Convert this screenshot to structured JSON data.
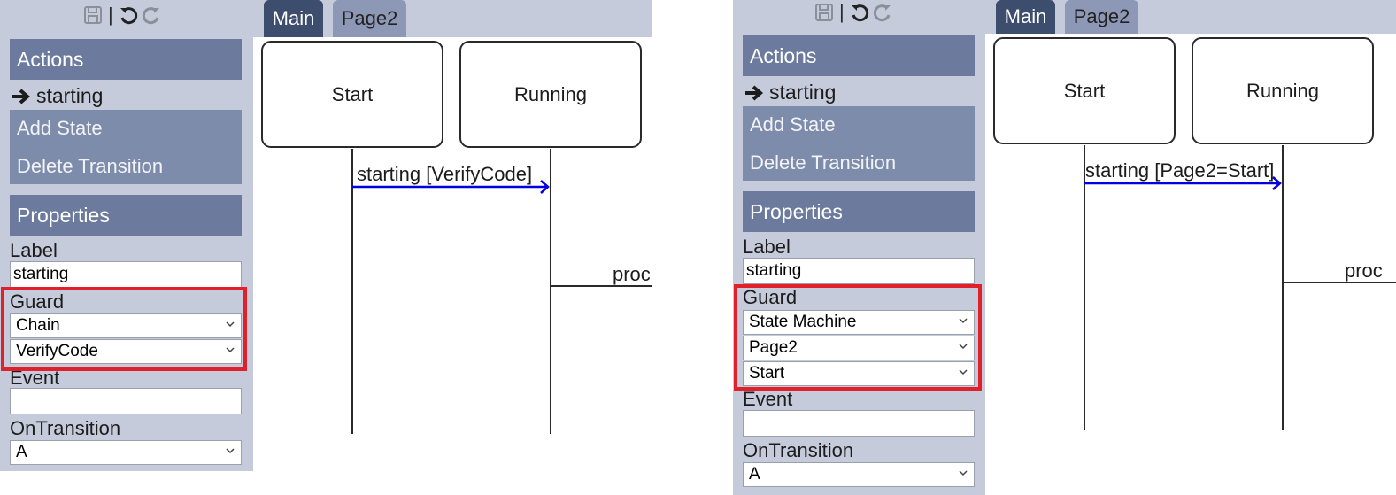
{
  "toolbar": {
    "save_icon": "save-icon",
    "undo_icon": "undo-icon",
    "redo_icon": "redo-icon",
    "separator": "|"
  },
  "panels": [
    {
      "tabs": [
        {
          "label": "Main",
          "active": true
        },
        {
          "label": "Page2",
          "active": false
        }
      ],
      "actions_header": "Actions",
      "selected_action": "starting",
      "menu": [
        "Add State",
        "Delete Transition"
      ],
      "properties_header": "Properties",
      "label_title": "Label",
      "label_value": "starting",
      "guard_title": "Guard",
      "guard_selects": [
        "Chain",
        "VerifyCode"
      ],
      "event_title": "Event",
      "event_value": "",
      "ontransition_title": "OnTransition",
      "ontransition_value": "A",
      "states": [
        "Start",
        "Running"
      ],
      "transition_label": "starting [VerifyCode]",
      "proc_label": "proc"
    },
    {
      "tabs": [
        {
          "label": "Main",
          "active": true
        },
        {
          "label": "Page2",
          "active": false
        }
      ],
      "actions_header": "Actions",
      "selected_action": "starting",
      "menu": [
        "Add State",
        "Delete Transition"
      ],
      "properties_header": "Properties",
      "label_title": "Label",
      "label_value": "starting",
      "guard_title": "Guard",
      "guard_selects": [
        "State Machine",
        "Page2",
        "Start"
      ],
      "event_title": "Event",
      "event_value": "",
      "ontransition_title": "OnTransition",
      "ontransition_value": "A",
      "states": [
        "Start",
        "Running"
      ],
      "transition_label": "starting [Page2=Start]",
      "proc_label": "proc"
    }
  ],
  "colors": {
    "accent_header": "#6c7b9d",
    "menu_bg": "#7e8cab",
    "sidebar_bg": "#c5cbda",
    "active_tab": "#3d4d6e",
    "guard_highlight": "#e0202a",
    "transition_arrow": "#0000dd"
  }
}
